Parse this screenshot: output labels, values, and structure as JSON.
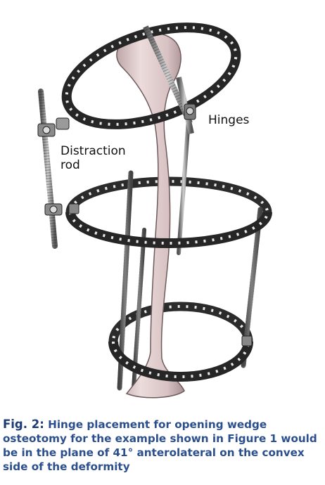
{
  "figure": {
    "labels": {
      "hinges": "Hinges",
      "distraction_line1": "Distraction",
      "distraction_line2": "rod"
    }
  },
  "caption": {
    "figure_label": "Fig. 2:",
    "text": " Hinge placement for opening wedge osteotomy for the example shown in Figure 1 would be in the plane of 41° anterolateral on the convex side of the deformity"
  },
  "colors": {
    "caption_blue": "#1d3c75",
    "bone": "#e3cfcf",
    "ring_metal": "#2e2e2e"
  }
}
